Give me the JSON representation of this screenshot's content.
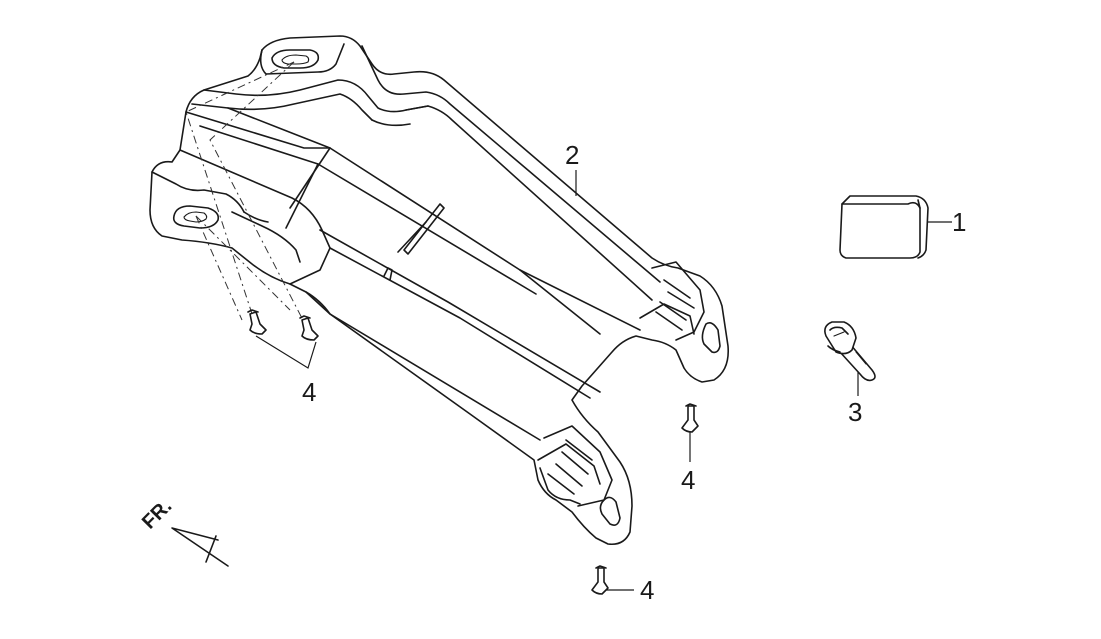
{
  "callouts": {
    "part_1": "1",
    "part_2": "2",
    "part_3": "3",
    "part_4_left": "4",
    "part_4_right": "4",
    "part_4_bottom": "4"
  },
  "direction": {
    "label": "FR."
  }
}
